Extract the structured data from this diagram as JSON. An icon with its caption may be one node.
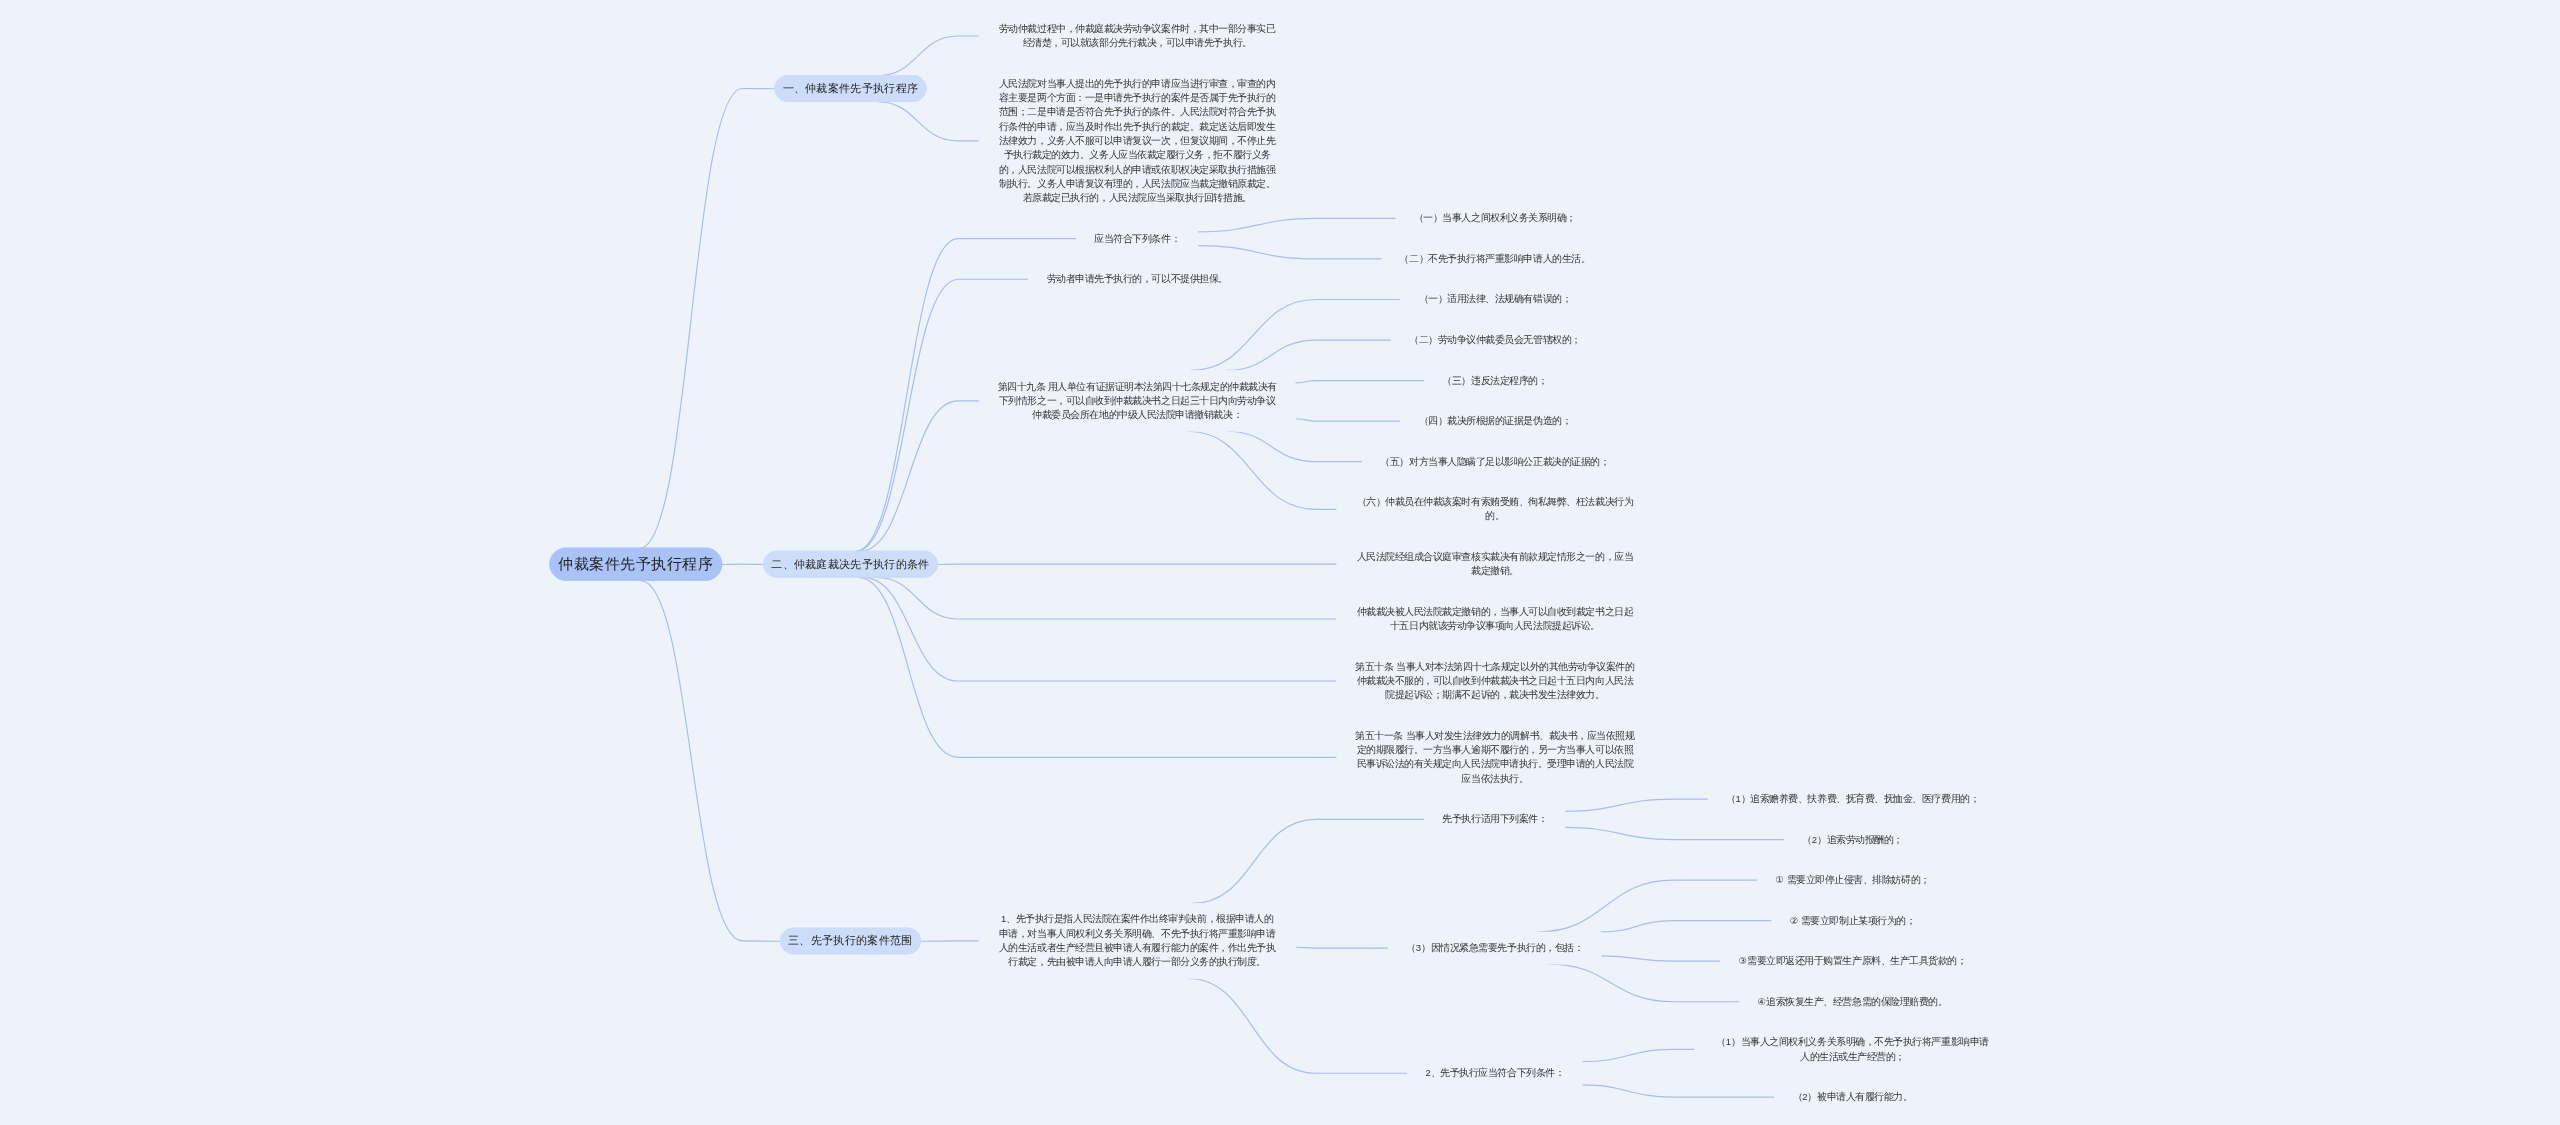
{
  "diagram": {
    "nodes": [
      {
        "text": [
          "仲裁案件先予执行程序"
        ]
      },
      {
        "text": [
          "一、仲裁案件先予执行程序"
        ]
      },
      {
        "text": [
          "劳动仲裁过程中，仲裁庭裁决劳动争议案件时，其中一部分事实已经清楚，可以就该部分先行裁决，可以申请先予执行。"
        ]
      },
      {
        "text": [
          "人民法院对当事人提出的先予执行的申请应当进行审查，审查的内容主要是两个方面：一是申请先予执行的案件是否属于先予执行的范围；二是申请是否符合先予执行的条件。人民法院对符合先予执行条件的申请，应当及时作出先予执行的裁定。裁定送达后即发生法律效力，义务人不服可以申请复议一次，但复议期间，不停止先予执行裁定的效力。义务人应当依裁定履行义务，拒不履行义务的，人民法院可以根据权利人的申请或依职权决定采取执行措施强制执行。义务人申请复议有理的，人民法院应当裁定撤销原裁定。若原裁定已执行的，人民法院应当采取执行回转措施。"
        ]
      },
      {
        "text": [
          "二、仲裁庭裁决先予执行的条件"
        ]
      },
      {
        "text": [
          "应当符合下列条件："
        ]
      },
      {
        "text": [
          "（一）当事人之间权利义务关系明确；"
        ]
      },
      {
        "text": [
          "（二）不先予执行将严重影响申请人的生活。"
        ]
      },
      {
        "text": [
          "劳动者申请先予执行的，可以不提供担保。"
        ]
      },
      {
        "text": [
          "第四十九条 用人单位有证据证明本法第四十七条规定的仲裁裁决有下列情形之一，可以自收到仲裁裁决书之日起三十日内向劳动争议仲裁委员会所在地的中级人民法院申请撤销裁决："
        ]
      },
      {
        "text": [
          "（一）适用法律、法规确有错误的；"
        ]
      },
      {
        "text": [
          "（二）劳动争议仲裁委员会无管辖权的；"
        ]
      },
      {
        "text": [
          "（三）违反法定程序的；"
        ]
      },
      {
        "text": [
          "（四）裁决所根据的证据是伪造的；"
        ]
      },
      {
        "text": [
          "（五）对方当事人隐瞒了足以影响公正裁决的证据的；"
        ]
      },
      {
        "text": [
          "（六）仲裁员在仲裁该案时有索贿受贿、徇私舞弊、枉法裁决行为的。"
        ]
      },
      {
        "text": [
          "人民法院经组成合议庭审查核实裁决有前款规定情形之一的，应当裁定撤销。"
        ]
      },
      {
        "text": [
          "仲裁裁决被人民法院裁定撤销的，当事人可以自收到裁定书之日起十五日内就该劳动争议事项向人民法院提起诉讼。"
        ]
      },
      {
        "text": [
          "第五十条 当事人对本法第四十七条规定以外的其他劳动争议案件的仲裁裁决不服的，可以自收到仲裁裁决书之日起十五日内向人民法院提起诉讼；期满不起诉的，裁决书发生法律效力。"
        ]
      },
      {
        "text": [
          "第五十一条 当事人对发生法律效力的调解书、裁决书，应当依照规定的期限履行。一方当事人逾期不履行的，另一方当事人可以依照民事诉讼法的有关规定向人民法院申请执行。受理申请的人民法院应当依法执行。"
        ]
      },
      {
        "text": [
          "三、先予执行的案件范围"
        ]
      },
      {
        "text": [
          "1、先予执行是指人民法院在案件作出终审判决前，根据申请人的申请，对当事人间权利义务关系明确、不先予执行将严重影响申请人的生活或者生产经营且被申请人有履行能力的案件，作出先予执行裁定，先由被申请人向申请人履行一部分义务的执行制度。"
        ]
      },
      {
        "text": [
          "先予执行适用下列案件："
        ]
      },
      {
        "text": [
          "（1）追索赡养费、扶养费、抚育费、抚恤金、医疗费用的；"
        ]
      },
      {
        "text": [
          "（2）追索劳动报酬的；"
        ]
      },
      {
        "text": [
          "（3）因情况紧急需要先予执行的，包括："
        ]
      },
      {
        "text": [
          "① 需要立即停止侵害、排除妨碍的；"
        ]
      },
      {
        "text": [
          "② 需要立即制止某项行为的；"
        ]
      },
      {
        "text": [
          "③需要立即返还用于购置生产原料、生产工具货款的；"
        ]
      },
      {
        "text": [
          "④追索恢复生产、经营急需的保险理赔费的。"
        ]
      },
      {
        "text": [
          "2、先予执行应当符合下列条件："
        ]
      },
      {
        "text": [
          "（1）当事人之间权利义务关系明确，不先予执行将严重影响申请人的生活或生产经营的；"
        ]
      },
      {
        "text": [
          "（2）被申请人有履行能力。"
        ]
      }
    ],
    "edges": [
      {
        "from": 0,
        "to": 1,
        "arrow": "none"
      },
      {
        "from": 1,
        "to": 2,
        "arrow": "none"
      },
      {
        "from": 1,
        "to": 3,
        "arrow": "none"
      },
      {
        "from": 0,
        "to": 4,
        "arrow": "none"
      },
      {
        "from": 4,
        "to": 5,
        "arrow": "none"
      },
      {
        "from": 5,
        "to": 6,
        "arrow": "none"
      },
      {
        "from": 5,
        "to": 7,
        "arrow": "none"
      },
      {
        "from": 4,
        "to": 8,
        "arrow": "none"
      },
      {
        "from": 4,
        "to": 9,
        "arrow": "none"
      },
      {
        "from": 9,
        "to": 10,
        "arrow": "none"
      },
      {
        "from": 9,
        "to": 11,
        "arrow": "none"
      },
      {
        "from": 9,
        "to": 12,
        "arrow": "none"
      },
      {
        "from": 9,
        "to": 13,
        "arrow": "none"
      },
      {
        "from": 9,
        "to": 14,
        "arrow": "none"
      },
      {
        "from": 9,
        "to": 15,
        "arrow": "none"
      },
      {
        "from": 4,
        "to": 16,
        "arrow": "none"
      },
      {
        "from": 4,
        "to": 17,
        "arrow": "none"
      },
      {
        "from": 4,
        "to": 18,
        "arrow": "none"
      },
      {
        "from": 4,
        "to": 19,
        "arrow": "none"
      },
      {
        "from": 0,
        "to": 20,
        "arrow": "none"
      },
      {
        "from": 20,
        "to": 21,
        "arrow": "none"
      },
      {
        "from": 21,
        "to": 22,
        "arrow": "none"
      },
      {
        "from": 22,
        "to": 23,
        "arrow": "none"
      },
      {
        "from": 22,
        "to": 24,
        "arrow": "none"
      },
      {
        "from": 21,
        "to": 25,
        "arrow": "none"
      },
      {
        "from": 25,
        "to": 26,
        "arrow": "none"
      },
      {
        "from": 25,
        "to": 27,
        "arrow": "none"
      },
      {
        "from": 25,
        "to": 28,
        "arrow": "none"
      },
      {
        "from": 25,
        "to": 29,
        "arrow": "none"
      },
      {
        "from": 21,
        "to": 30,
        "arrow": "none"
      },
      {
        "from": 30,
        "to": 31,
        "arrow": "none"
      },
      {
        "from": 30,
        "to": 32,
        "arrow": "none"
      }
    ]
  }
}
